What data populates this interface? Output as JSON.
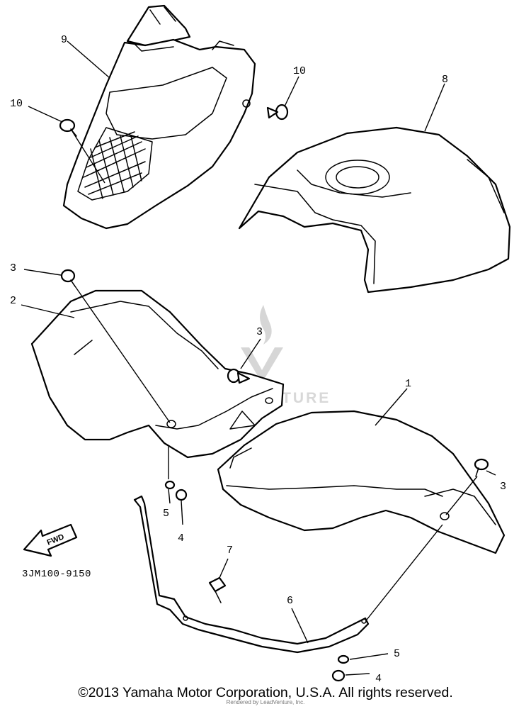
{
  "callouts": {
    "c9": "9",
    "c10a": "10",
    "c10b": "10",
    "c8": "8",
    "c3a": "3",
    "c2": "2",
    "c3b": "3",
    "c1": "1",
    "c3c": "3",
    "c5a": "5",
    "c4a": "4",
    "c7": "7",
    "c6": "6",
    "c5b": "5",
    "c4b": "4"
  },
  "fwd_label": "FWD",
  "diagram_code": "3JM100-9150",
  "watermark_text": "LEADVENTURE",
  "copyright": "©2013 Yamaha Motor Corporation, U.S.A. All rights reserved.",
  "rendered_by": "Rendered by LeadVenture, Inc."
}
